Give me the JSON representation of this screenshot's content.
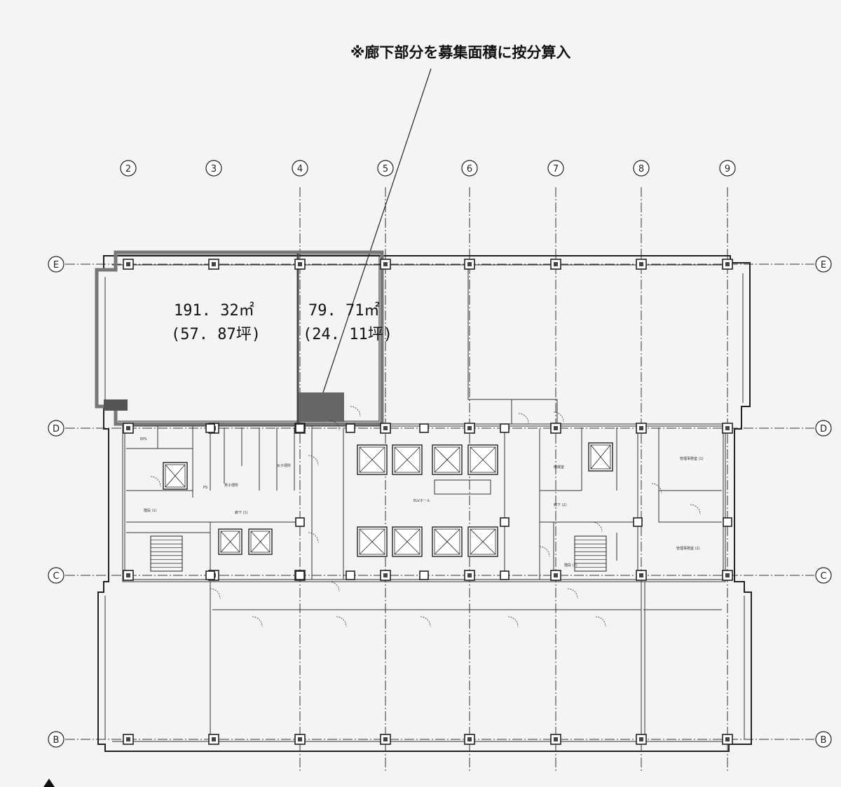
{
  "note": "※廊下部分を募集面積に按分算入",
  "grid": {
    "columns": [
      "2",
      "3",
      "4",
      "5",
      "6",
      "7",
      "8",
      "9"
    ],
    "rows": [
      "E",
      "D",
      "C",
      "B"
    ]
  },
  "units": [
    {
      "area_m2": "191. 32㎡",
      "area_tsubo": "(57. 87坪)"
    },
    {
      "area_m2": "79. 71㎡",
      "area_tsubo": "(24. 11坪)"
    }
  ],
  "rooms": {
    "eps": "EPS",
    "ps": "PS",
    "stair1": "階段 (1)",
    "stair2": "階段 (2)",
    "corridor1": "廊下 (1)",
    "corridor2": "廊下 (2)",
    "ev_hall": "ELVホール",
    "office1": "管理事務室 (1)",
    "office2": "管理事務室 (2)",
    "wc_m": "男子便所",
    "wc_f": "女子便所",
    "mech": "機械室"
  },
  "colors": {
    "hatch": "#666666",
    "line": "#222222"
  }
}
